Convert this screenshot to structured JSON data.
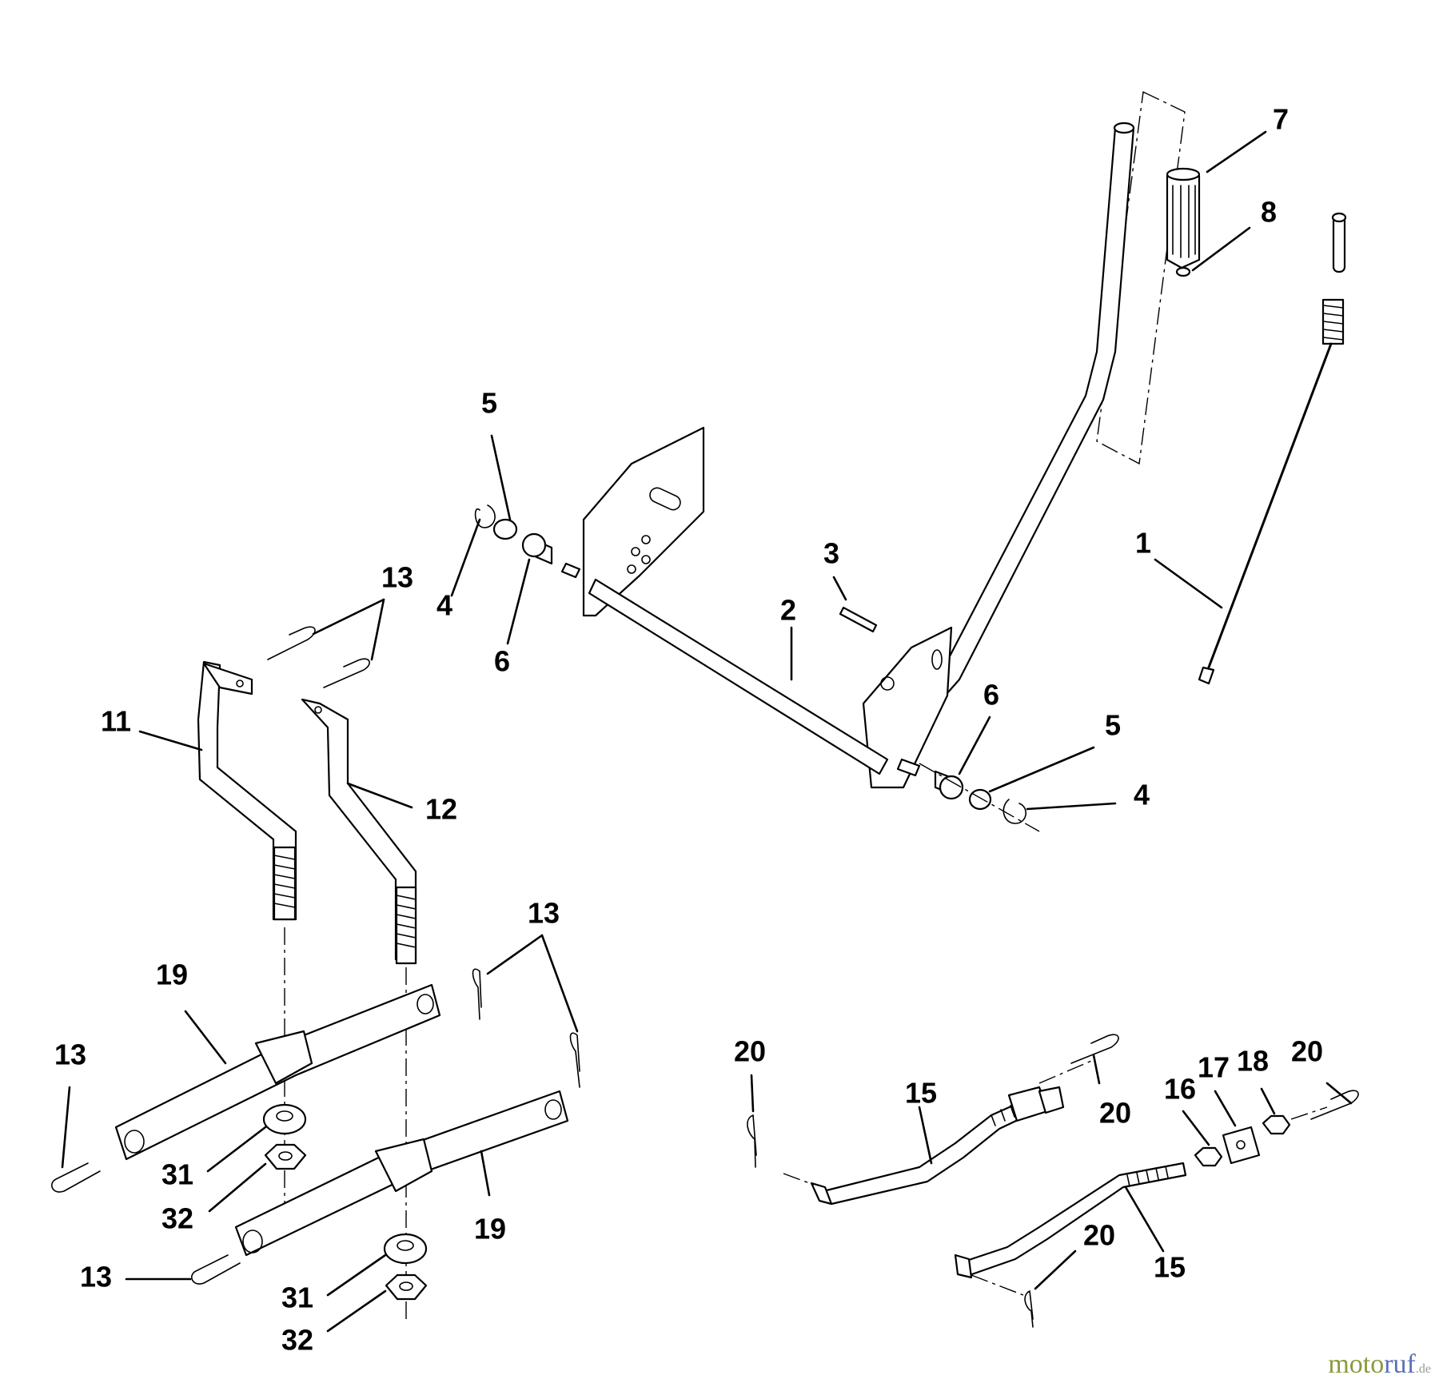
{
  "diagram": {
    "callouts": [
      {
        "id": "c-1",
        "label": "1"
      },
      {
        "id": "c-2",
        "label": "2"
      },
      {
        "id": "c-3",
        "label": "3"
      },
      {
        "id": "c-4a",
        "label": "4"
      },
      {
        "id": "c-4b",
        "label": "4"
      },
      {
        "id": "c-5a",
        "label": "5"
      },
      {
        "id": "c-5b",
        "label": "5"
      },
      {
        "id": "c-6a",
        "label": "6"
      },
      {
        "id": "c-6b",
        "label": "6"
      },
      {
        "id": "c-7",
        "label": "7"
      },
      {
        "id": "c-8",
        "label": "8"
      },
      {
        "id": "c-11",
        "label": "11"
      },
      {
        "id": "c-12",
        "label": "12"
      },
      {
        "id": "c-13a",
        "label": "13"
      },
      {
        "id": "c-13b",
        "label": "13"
      },
      {
        "id": "c-13c",
        "label": "13"
      },
      {
        "id": "c-13d",
        "label": "13"
      },
      {
        "id": "c-15a",
        "label": "15"
      },
      {
        "id": "c-15b",
        "label": "15"
      },
      {
        "id": "c-16",
        "label": "16"
      },
      {
        "id": "c-17",
        "label": "17"
      },
      {
        "id": "c-18",
        "label": "18"
      },
      {
        "id": "c-19a",
        "label": "19"
      },
      {
        "id": "c-19b",
        "label": "19"
      },
      {
        "id": "c-20a",
        "label": "20"
      },
      {
        "id": "c-20b",
        "label": "20"
      },
      {
        "id": "c-20c",
        "label": "20"
      },
      {
        "id": "c-20d",
        "label": "20"
      },
      {
        "id": "c-31a",
        "label": "31"
      },
      {
        "id": "c-31b",
        "label": "31"
      },
      {
        "id": "c-32a",
        "label": "32"
      },
      {
        "id": "c-32b",
        "label": "32"
      }
    ]
  },
  "watermark": {
    "part1": "moto",
    "part2": "ruf",
    "part3": ".de"
  }
}
